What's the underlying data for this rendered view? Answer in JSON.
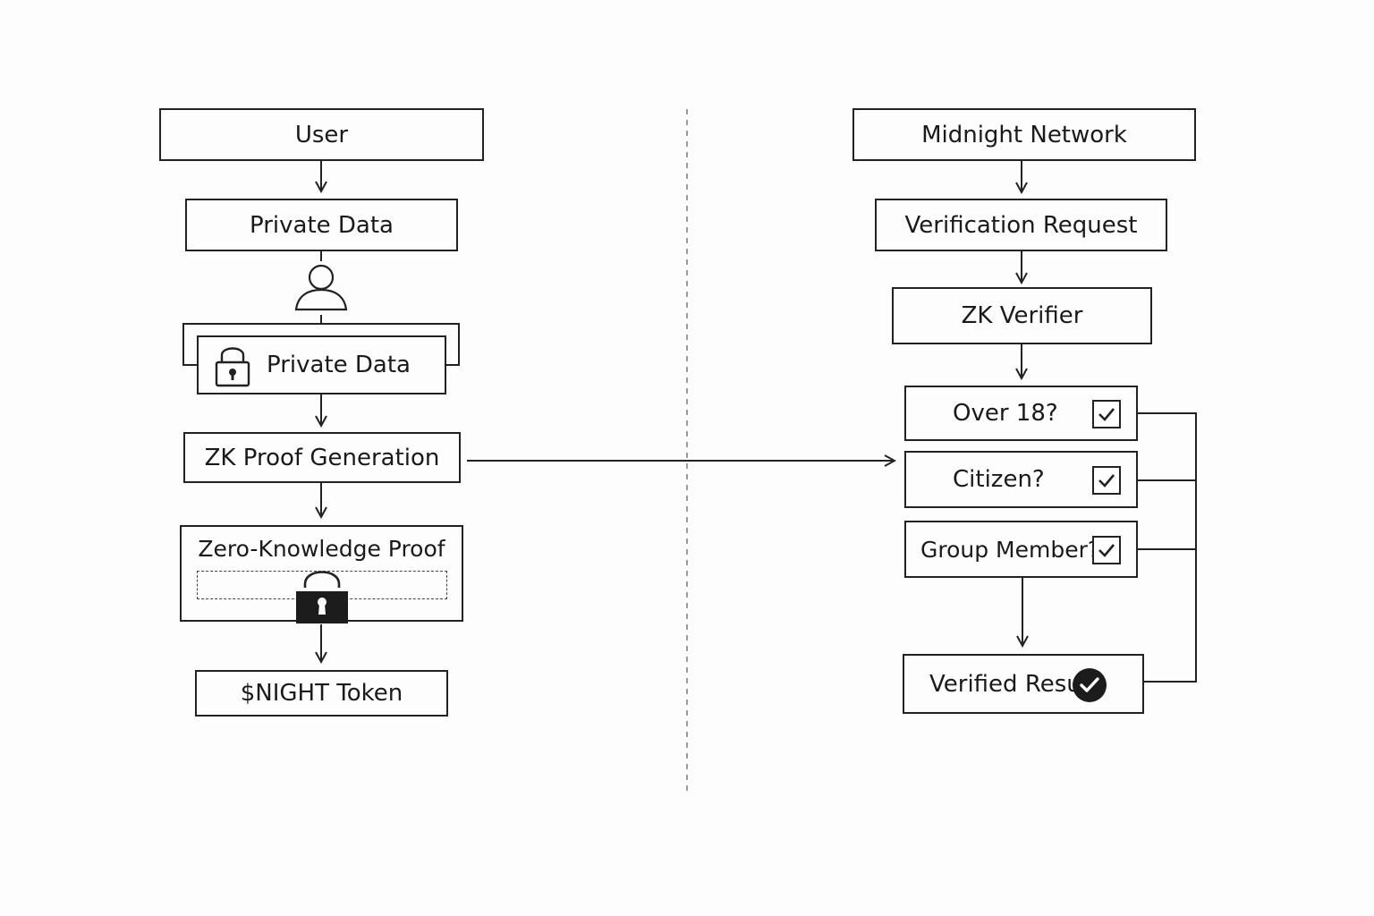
{
  "user_side": {
    "user_label": "User",
    "private_data_label": "Private Data",
    "private_data_locked_label": "Private Data",
    "zk_proof_generation_label": "ZK Proof Generation",
    "zero_knowledge_proof_label": "Zero-Knowledge Proof",
    "token_label": "$NIGHT Token"
  },
  "network_side": {
    "network_label": "Midnight Network",
    "verification_request_label": "Verification Request",
    "zk_verifier_label": "ZK Verifier",
    "checks": [
      {
        "label": "Over 18?",
        "checked": true
      },
      {
        "label": "Citizen?",
        "checked": true
      },
      {
        "label": "Group Member?",
        "checked": true
      }
    ],
    "verified_result_label": "Verified Result"
  },
  "icons": {
    "person": "person-icon",
    "padlock_open": "padlock-icon",
    "padlock_dark": "keyhole-lock-icon",
    "checkbox": "checkbox-checked-icon",
    "verified": "check-circle-icon"
  },
  "colors": {
    "stroke": "#222222",
    "divider": "#9a9a9a",
    "background": "#fdfdfd",
    "dark_fill": "#1c1c1c"
  }
}
